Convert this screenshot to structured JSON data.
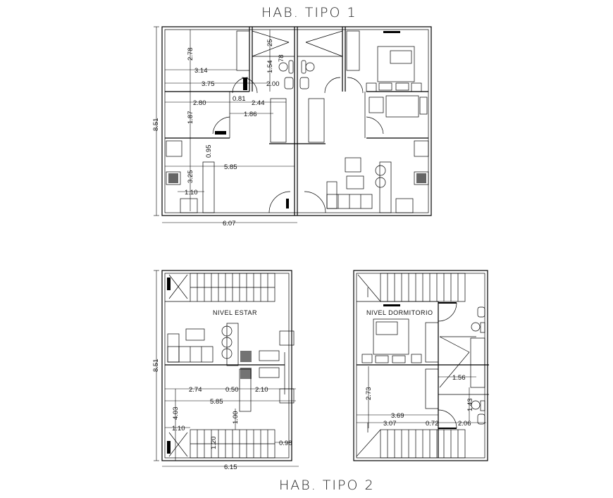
{
  "titles": {
    "plan_1": "HAB. TIPO 1",
    "plan_2": "HAB. TIPO 2"
  },
  "plan_1": {
    "overall_height": "8.51",
    "overall_width": "6.07",
    "dimensions": {
      "d_2_78": "2.78",
      "d_3_14": "3.14",
      "d_3_75": "3.75",
      "d_25": "25",
      "d_78": "78",
      "d_1_54": "1.54",
      "d_2_00": "2.00",
      "d_0_81": "0.81",
      "d_2_80": "2.80",
      "d_2_44": "2.44",
      "d_1_87": "1.87",
      "d_1_86": "1.86",
      "d_0_95": "0.95",
      "d_5_85": "5.85",
      "d_3_25": "3.25",
      "d_1_10": "1.10"
    }
  },
  "plan_2_estar": {
    "label": "NIVEL ESTAR",
    "overall_height": "8.51",
    "overall_width": "6.15",
    "dimensions": {
      "d_2_74": "2.74",
      "d_0_50": "0.50",
      "d_2_10": "2.10",
      "d_5_85": "5.85",
      "d_4_03": "4.03",
      "d_1_00": "1.00",
      "d_1_10": "1.10",
      "d_1_20": "1.20",
      "d_0_98": "0.98"
    }
  },
  "plan_2_dormitorio": {
    "label": "NIVEL DORMITORIO",
    "dimensions": {
      "d_1_56": "1.56",
      "d_2_73": "2.73",
      "d_3_69": "3.69",
      "d_3_07": "3.07",
      "d_0_72": "0.72",
      "d_2_06": "2.06",
      "d_1_43": "1.43"
    }
  }
}
